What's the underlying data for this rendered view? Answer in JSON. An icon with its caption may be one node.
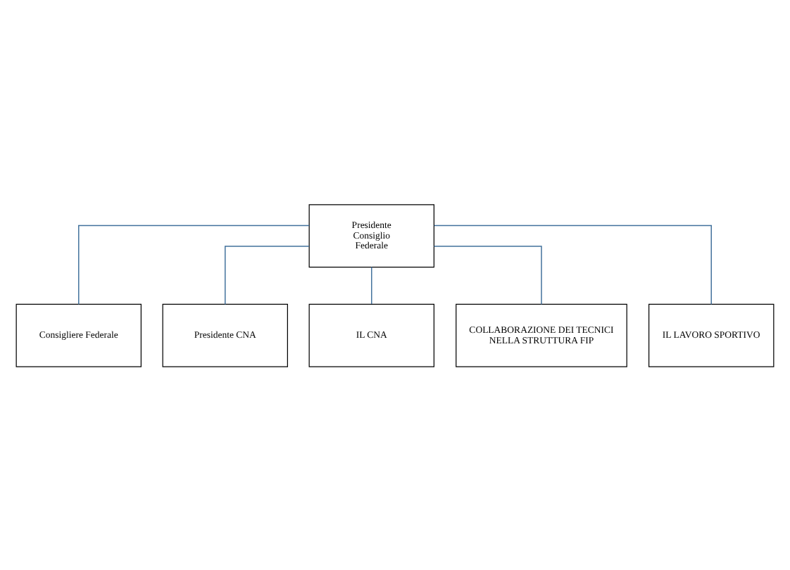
{
  "diagram": {
    "nodes": [
      {
        "text": [
          "Presidente Consiglio Federale"
        ]
      },
      {
        "text": [
          "Consigliere Federale"
        ]
      },
      {
        "text": [
          "Presidente CNA"
        ]
      },
      {
        "text": [
          "IL CNA"
        ]
      },
      {
        "text": [
          "COLLABORAZIONE DEI TECNICI NELLA STRUTTURA FIP"
        ]
      },
      {
        "text": [
          "IL LAVORO SPORTIVO"
        ]
      }
    ],
    "edges": [
      {
        "from": 0,
        "to": 1,
        "arrow": "none"
      },
      {
        "from": 0,
        "to": 2,
        "arrow": "none"
      },
      {
        "from": 0,
        "to": 3,
        "arrow": "none"
      },
      {
        "from": 0,
        "to": 4,
        "arrow": "none"
      },
      {
        "from": 0,
        "to": 5,
        "arrow": "none"
      }
    ]
  }
}
